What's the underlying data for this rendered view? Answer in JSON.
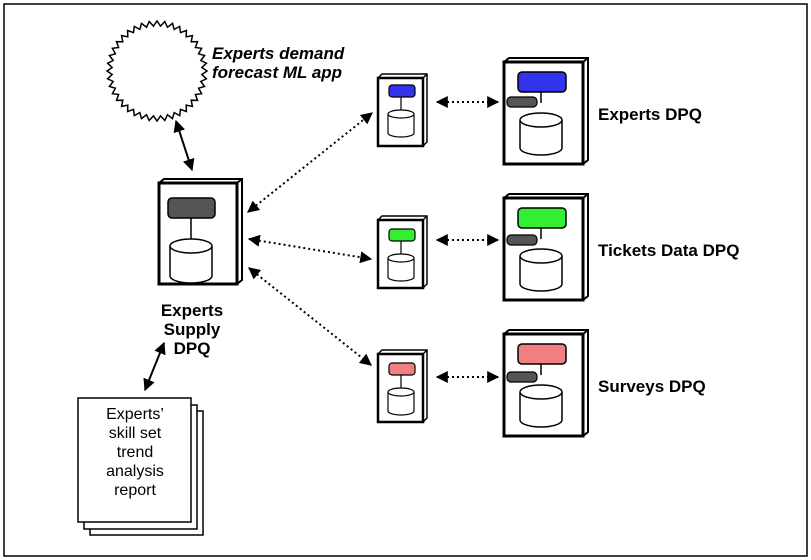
{
  "app_label": "Experts demand\nforecast ML app",
  "supply_label": "Experts Supply\nDPQ",
  "report_label": "Experts’\nskill set\ntrend\nanalysis\nreport",
  "dpq_labels": [
    "Experts DPQ",
    "Tickets Data DPQ",
    "Surveys DPQ"
  ],
  "colors": {
    "supply": "#555555",
    "experts": "#3333ee",
    "tickets": "#33ee33",
    "surveys": "#f08080",
    "connector": "#555555"
  }
}
